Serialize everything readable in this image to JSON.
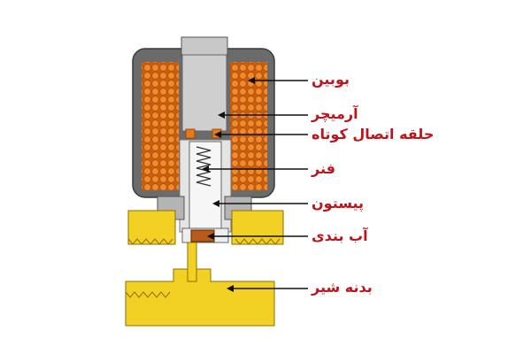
{
  "colors": {
    "label_text": "#c0141c",
    "coil_casing": "#6b6b6b",
    "coil_winding": "#e07820",
    "armature_steel": "#c8c8c8",
    "valve_body": "#f2d024",
    "seal": "#b85a18",
    "leader_line": "#111111"
  },
  "labels": {
    "coil": "بوبین",
    "armature": "آرمیچر",
    "shading_ring": "حلقه اتصال کوتاه",
    "spring": "فنر",
    "piston": "پیستون",
    "seal": "آب بندی",
    "valve_body": "بدنه شیر"
  }
}
